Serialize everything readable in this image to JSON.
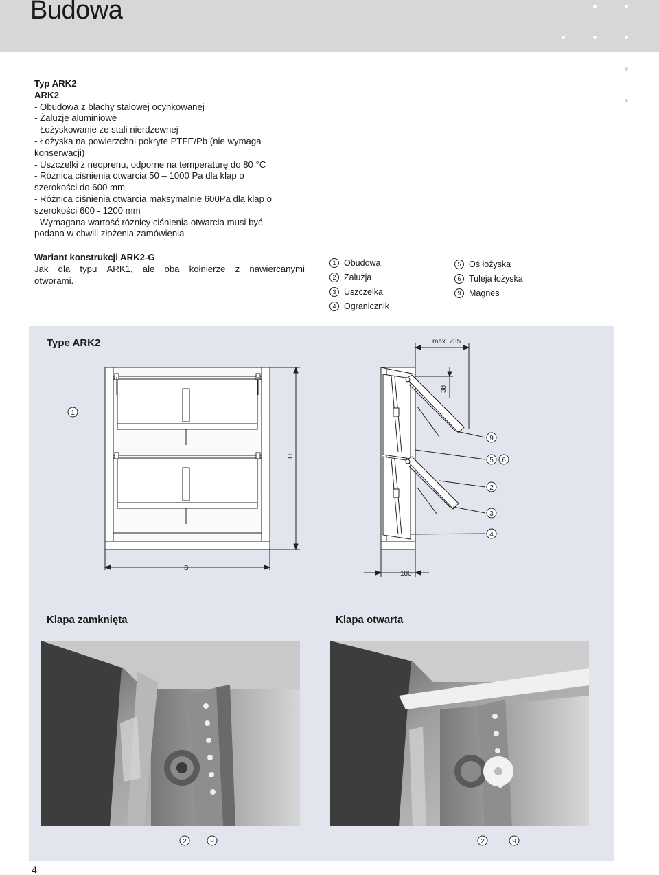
{
  "header": {
    "title": "Budowa"
  },
  "description": {
    "heading1": "Typ ARK2",
    "heading2": "ARK2",
    "lines": [
      "- Obudowa z blachy stalowej ocynkowanej",
      "- Żaluzje aluminiowe",
      "- Łożyskowanie ze stali nierdzewnej",
      "- Łożyska na powierzchni pokryte PTFE/Pb (nie wymaga",
      "konserwacji)",
      "- Uszczelki z neoprenu, odporne na temperaturę do 80 °C",
      "- Różnica ciśnienia otwarcia 50 – 1000 Pa dla klap o",
      "szerokości do 600 mm",
      "- Różnica ciśnienia otwarcia maksymalnie 600Pa dla klap o",
      "szerokości 600 - 1200 mm",
      "- Wymagana wartość różnicy ciśnienia otwarcia musi być",
      "podana w chwili złożenia zamówienia"
    ]
  },
  "variant": {
    "heading": "Wariant konstrukcji ARK2-G",
    "line1_words": [
      "Jak",
      "dla",
      "typu",
      "ARK1,",
      "ale",
      "oba",
      "kołnierze",
      "z",
      "nawiercanymi"
    ],
    "line2": "otworami."
  },
  "legend_left": [
    {
      "num": "1",
      "label": "Obudowa"
    },
    {
      "num": "2",
      "label": "Żaluzja"
    },
    {
      "num": "3",
      "label": "Uszczelka"
    },
    {
      "num": "4",
      "label": "Ogranicznik"
    }
  ],
  "legend_right": [
    {
      "num": "5",
      "label": "Oś łożyska"
    },
    {
      "num": "6",
      "label": "Tuleja łożyska"
    },
    {
      "num": "9",
      "label": "Magnes"
    }
  ],
  "diagram": {
    "title": "Type ARK2",
    "dim_max": "max. 235",
    "dim_38": "38",
    "dim_H": "H",
    "dim_B": "B",
    "dim_180": "180",
    "callouts": [
      "1",
      "9",
      "5",
      "6",
      "2",
      "3",
      "4"
    ]
  },
  "photos": {
    "closed_title": "Klapa zamknięta",
    "open_title": "Klapa otwarta",
    "closed_callouts": [
      "2",
      "9"
    ],
    "open_callouts": [
      "2",
      "9"
    ]
  },
  "footer": {
    "page_number": "4"
  }
}
